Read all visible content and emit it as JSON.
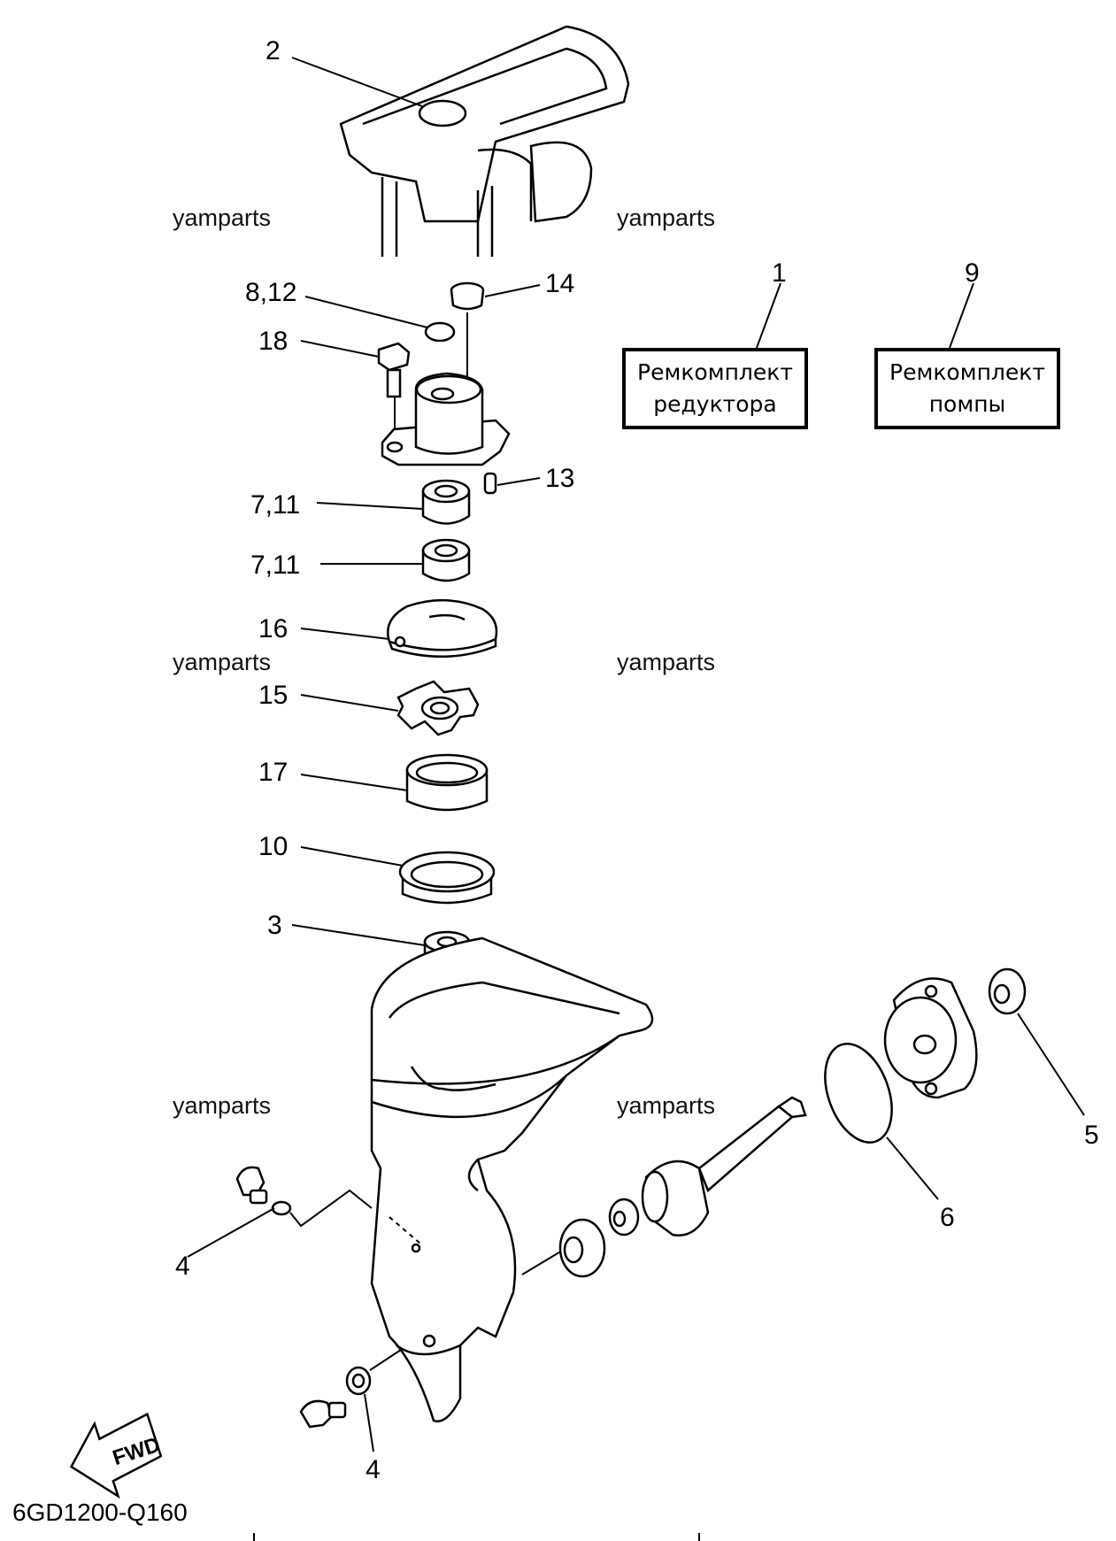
{
  "labels": {
    "l2": "2",
    "l8_12": "8,12",
    "l14": "14",
    "l18": "18",
    "l13": "13",
    "l7_11a": "7,11",
    "l7_11b": "7,11",
    "l16": "16",
    "l15": "15",
    "l17": "17",
    "l10": "10",
    "l3": "3",
    "l5": "5",
    "l6": "6",
    "l4a": "4",
    "l4b": "4",
    "l1": "1",
    "l9": "9"
  },
  "watermarks": [
    "yamparts",
    "yamparts",
    "yamparts",
    "yamparts",
    "yamparts",
    "yamparts"
  ],
  "kits": [
    {
      "line1": "Ремкомплект",
      "line2": "редуктора"
    },
    {
      "line1": "Ремкомплект",
      "line2": "помпы"
    }
  ],
  "fwd_text": "FWD",
  "diagram_code": "6GD1200-Q160"
}
